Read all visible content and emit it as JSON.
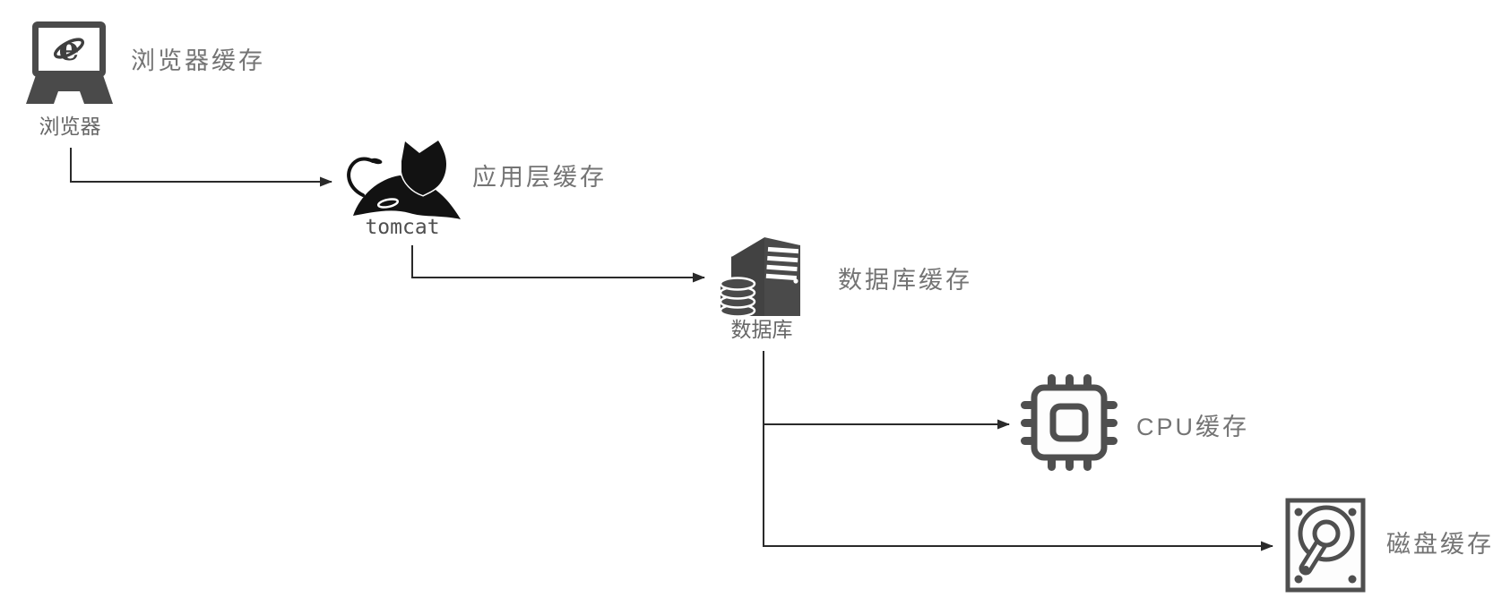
{
  "diagram": {
    "nodes": [
      {
        "id": "browser",
        "icon": "laptop-ie-browser-icon",
        "label": "浏览器",
        "caption": "浏览器缓存"
      },
      {
        "id": "tomcat",
        "icon": "tomcat-cat-icon",
        "label": "tomcat",
        "caption": "应用层缓存"
      },
      {
        "id": "database",
        "icon": "database-server-icon",
        "label": "数据库",
        "caption": "数据库缓存"
      },
      {
        "id": "cpu",
        "icon": "cpu-chip-icon",
        "label": "",
        "caption": "CPU缓存"
      },
      {
        "id": "disk",
        "icon": "hard-disk-icon",
        "label": "",
        "caption": "磁盘缓存"
      }
    ],
    "edges": [
      {
        "from": "browser",
        "to": "tomcat"
      },
      {
        "from": "tomcat",
        "to": "database"
      },
      {
        "from": "database",
        "to": "cpu"
      },
      {
        "from": "database",
        "to": "disk"
      }
    ],
    "colors": {
      "icon_gray": "#4a4a4a",
      "tomcat_black": "#121212",
      "node_label": "#666666",
      "caption_gray": "#747474",
      "arrow": "#2a2a2a",
      "background": "#ffffff"
    }
  }
}
